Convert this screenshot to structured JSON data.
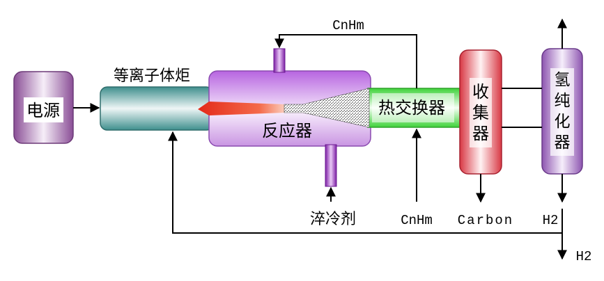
{
  "labels": {
    "power_supply": "电源",
    "plasma_torch": "等离子体炬",
    "reactor": "反应器",
    "heat_exchanger": "热交换器",
    "collector": "收集器",
    "hydrogen_purifier": "氢纯化器",
    "quench_agent": "淬冷剂",
    "cnhm_feed_bottom": "CnHm",
    "cnhm_recycle_top": "CnHm",
    "carbon_output": "Carbon",
    "h2_output_top": "H2",
    "h2_output_bottom": "H2"
  },
  "colors": {
    "power_supply": "#b07ab8",
    "plasma_torch": "#4e9a99",
    "reactor": "#c98fe0",
    "heat_exchanger": "#4ed648",
    "collector": "#e0505a",
    "hydrogen_purifier": "#a975c8",
    "quench_port": "#9b2fc0",
    "flame": "#e8402a"
  }
}
